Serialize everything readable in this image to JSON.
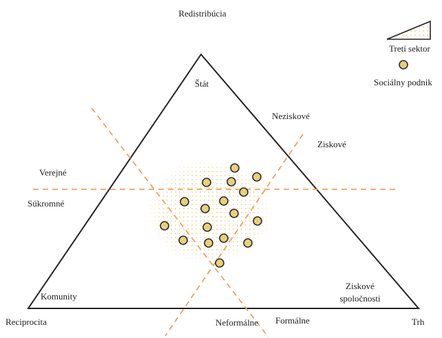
{
  "labels": {
    "top": "Redistribúcia",
    "bottom_left": "Reciprocita",
    "bottom_right": "Trh",
    "vertex_top": "Štát",
    "vertex_left": "Komunity",
    "vertex_right_line1": "Ziskové",
    "vertex_right_line2": "spoločnosti",
    "verejne": "Verejné",
    "sukromne": "Súkromné",
    "neziskove": "Neziskové",
    "ziskove": "Ziskové",
    "neformalne": "Neformálne",
    "formalne": "Formálne"
  },
  "legend": {
    "third_sector": "Tretí sektor",
    "social_enterprise": "Sociálny podnik"
  },
  "colors": {
    "triangle_stroke": "#222222",
    "dashed_line": "#f0a060",
    "dot_fill": "#e8cf7a",
    "dot_stroke": "#2a2a2a",
    "pattern_dot": "#f2d68a",
    "legend_triangle_fill": "#fbf2d2"
  },
  "social_enterprises_count": 17
}
